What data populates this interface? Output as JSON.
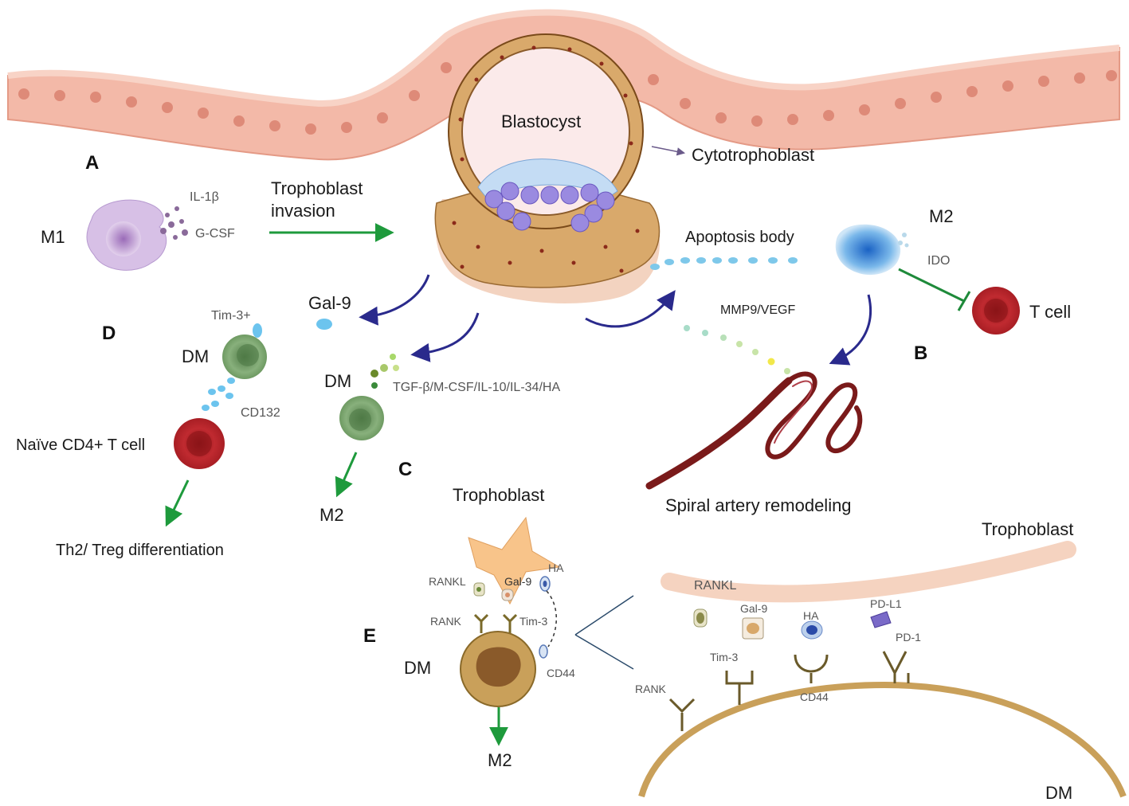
{
  "panels": [
    "A",
    "B",
    "C",
    "D",
    "E"
  ],
  "labels": {
    "blastocyst": "Blastocyst",
    "cytotrophoblast": "Cytotrophoblast",
    "m1": "M1",
    "il1b": "IL-1β",
    "gcsf": "G-CSF",
    "trophoblast_invasion_1": "Trophoblast",
    "trophoblast_invasion_2": "invasion",
    "m2_b": "M2",
    "ido": "IDO",
    "t_cell": "T cell",
    "apoptosis_body": "Apoptosis body",
    "mmp9_vegf": "MMP9/VEGF",
    "gal9": "Gal-9",
    "tim3_plus": "Tim-3+",
    "dm_d": "DM",
    "cd132": "CD132",
    "naive_cd4": "Naïve CD4+ T cell",
    "th2_treg": "Th2/ Treg differentiation",
    "dm_c": "DM",
    "factors_c": "TGF-β/M-CSF/IL-10/IL-34/HA",
    "m2_c": "M2",
    "spiral_artery": "Spiral  artery remodeling",
    "trophoblast_e": "Trophoblast",
    "rankl_e": "RANKL",
    "gal9_e": "Gal-9",
    "ha_e": "HA",
    "rank_e": "RANK",
    "tim3_e": "Tim-3",
    "cd44_e": "CD44",
    "dm_e": "DM",
    "m2_e": "M2",
    "trophoblast_zoom": "Trophoblast",
    "rankl_zoom": "RANKL",
    "gal9_zoom": "Gal-9",
    "ha_zoom": "HA",
    "pdl1_zoom": "PD-L1",
    "pd1_zoom": "PD-1",
    "tim3_zoom": "Tim-3",
    "rank_zoom": "RANK",
    "cd44_zoom": "CD44",
    "dm_zoom": "DM"
  },
  "colors": {
    "epithelium": "#f3b9a8",
    "epithelium_nucleus": "#de8a78",
    "trophoblast_tissue": "#d9a96b",
    "trophoblast_nucleus": "#8b2a1a",
    "m1_cell": "#c9a9d9",
    "m2_cell": "#4a90d9",
    "t_cell": "#b0242a",
    "dm_cell": "#6e9a62",
    "arrow_green": "#1e9a3c",
    "arrow_navy": "#2a2a8c",
    "artery": "#7a1a1a",
    "dm_membrane": "#c9a05a",
    "trophoblast_membrane": "#f5d3c0"
  }
}
